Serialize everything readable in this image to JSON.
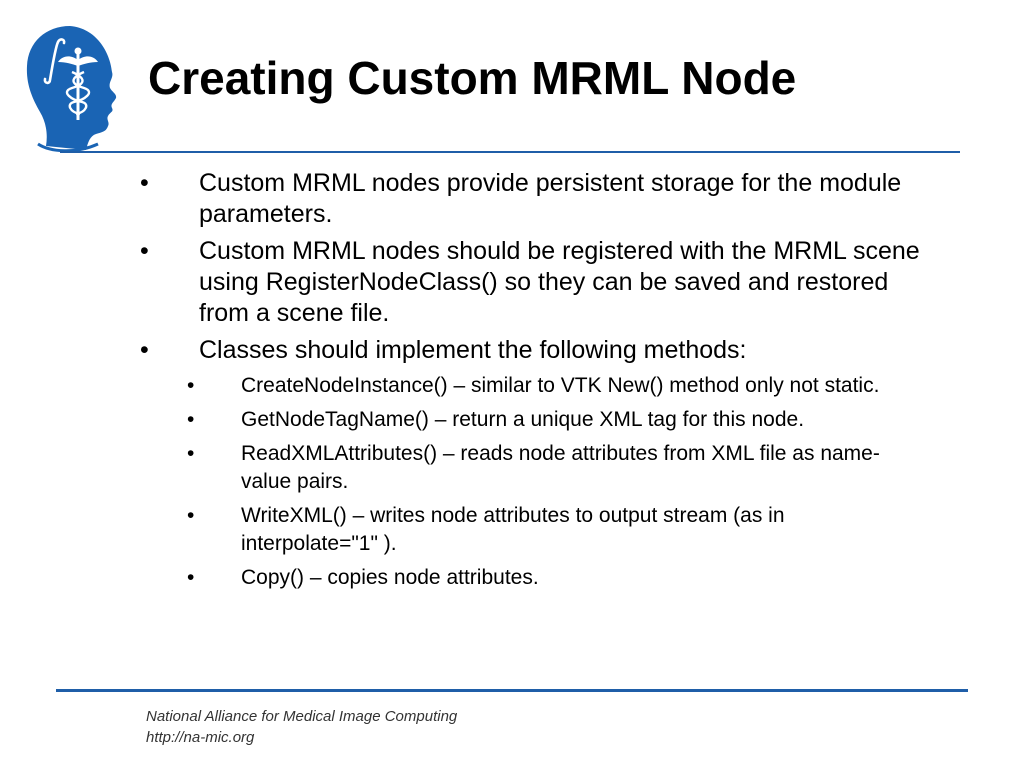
{
  "slide": {
    "title": "Creating Custom MRML Node",
    "bullets": [
      "Custom MRML nodes provide persistent storage for the module parameters.",
      "Custom MRML nodes should be registered with the MRML scene using RegisterNodeClass() so they can be saved and restored from a scene file.",
      "Classes should implement the following methods:"
    ],
    "sub_bullets": [
      "CreateNodeInstance() – similar to VTK New() method only not static.",
      "GetNodeTagName() – return a unique XML tag for this node.",
      "ReadXMLAttributes() – reads node attributes from XML file as name-value pairs.",
      "WriteXML() – writes node attributes to output stream (as in interpolate=\"1\" ).",
      "Copy() – copies node attributes."
    ],
    "bullet_char": "•"
  },
  "footer": {
    "line1": "National Alliance for Medical Image Computing",
    "line2": "http://na-mic.org"
  },
  "logo": {
    "icon": "na-mic-head-caduceus-logo",
    "color": "#1a64b4"
  },
  "colors": {
    "rule": "#1f5ea8",
    "logo_blue": "#1a64b4"
  }
}
